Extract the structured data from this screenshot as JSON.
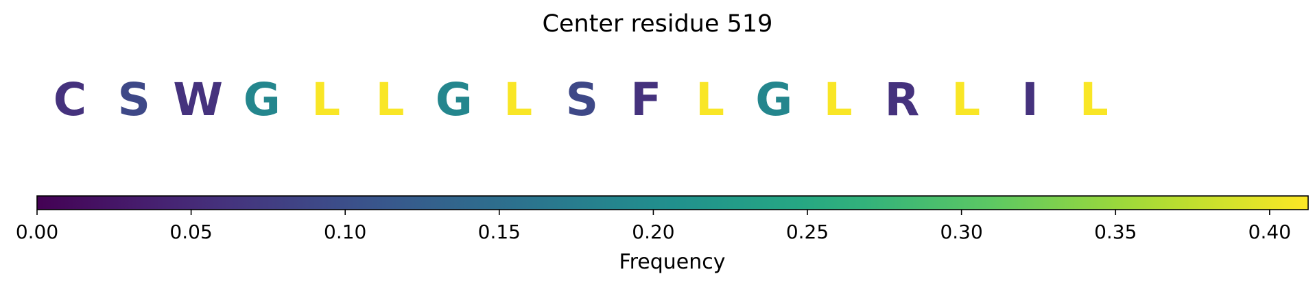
{
  "chart_data": {
    "type": "sequence-logo",
    "title": "Center residue 519",
    "residues": [
      {
        "letter": "C",
        "frequency": 0.06
      },
      {
        "letter": "S",
        "frequency": 0.09
      },
      {
        "letter": "W",
        "frequency": 0.06
      },
      {
        "letter": "G",
        "frequency": 0.19
      },
      {
        "letter": "L",
        "frequency": 0.41
      },
      {
        "letter": "L",
        "frequency": 0.41
      },
      {
        "letter": "G",
        "frequency": 0.19
      },
      {
        "letter": "L",
        "frequency": 0.41
      },
      {
        "letter": "S",
        "frequency": 0.09
      },
      {
        "letter": "F",
        "frequency": 0.06
      },
      {
        "letter": "L",
        "frequency": 0.41
      },
      {
        "letter": "G",
        "frequency": 0.19
      },
      {
        "letter": "L",
        "frequency": 0.41
      },
      {
        "letter": "R",
        "frequency": 0.06
      },
      {
        "letter": "L",
        "frequency": 0.41
      },
      {
        "letter": "I",
        "frequency": 0.06
      },
      {
        "letter": "L",
        "frequency": 0.41
      }
    ],
    "colorbar": {
      "label": "Frequency",
      "range": [
        0,
        0.4125
      ],
      "colormap": "viridis",
      "ticks": [
        {
          "value": 0.0,
          "label": "0.00"
        },
        {
          "value": 0.05,
          "label": "0.05"
        },
        {
          "value": 0.1,
          "label": "0.10"
        },
        {
          "value": 0.15,
          "label": "0.15"
        },
        {
          "value": 0.2,
          "label": "0.20"
        },
        {
          "value": 0.25,
          "label": "0.25"
        },
        {
          "value": 0.3,
          "label": "0.30"
        },
        {
          "value": 0.35,
          "label": "0.35"
        },
        {
          "value": 0.4,
          "label": "0.40"
        }
      ]
    }
  }
}
